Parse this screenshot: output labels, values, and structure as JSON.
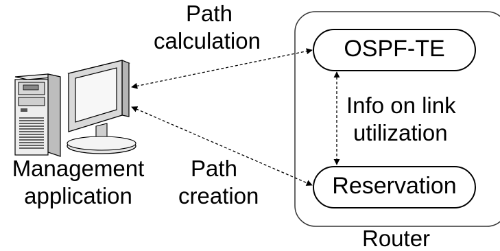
{
  "diagram": {
    "labels": {
      "path_calculation_line1": "Path",
      "path_calculation_line2": "calculation",
      "path_creation_line1": "Path",
      "path_creation_line2": "creation",
      "management_line1": "Management",
      "management_line2": "application",
      "info_line1": "Info on link",
      "info_line2": "utilization",
      "router": "Router"
    },
    "nodes": {
      "ospf": "OSPF-TE",
      "reservation": "Reservation"
    },
    "icons": [
      "server-tower-icon",
      "monitor-icon"
    ],
    "colors": {
      "stroke": "#000000",
      "background": "#ffffff"
    }
  }
}
